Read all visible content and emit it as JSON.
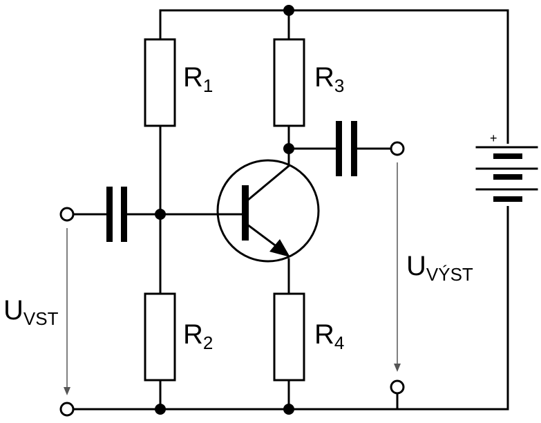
{
  "components": {
    "r1": {
      "base": "R",
      "sub": "1"
    },
    "r2": {
      "base": "R",
      "sub": "2"
    },
    "r3": {
      "base": "R",
      "sub": "3"
    },
    "r4": {
      "base": "R",
      "sub": "4"
    }
  },
  "input_voltage": {
    "base": "U",
    "sub": "VST"
  },
  "output_voltage": {
    "base": "U",
    "sub": "VÝST"
  },
  "battery": {
    "polarity": "+"
  }
}
